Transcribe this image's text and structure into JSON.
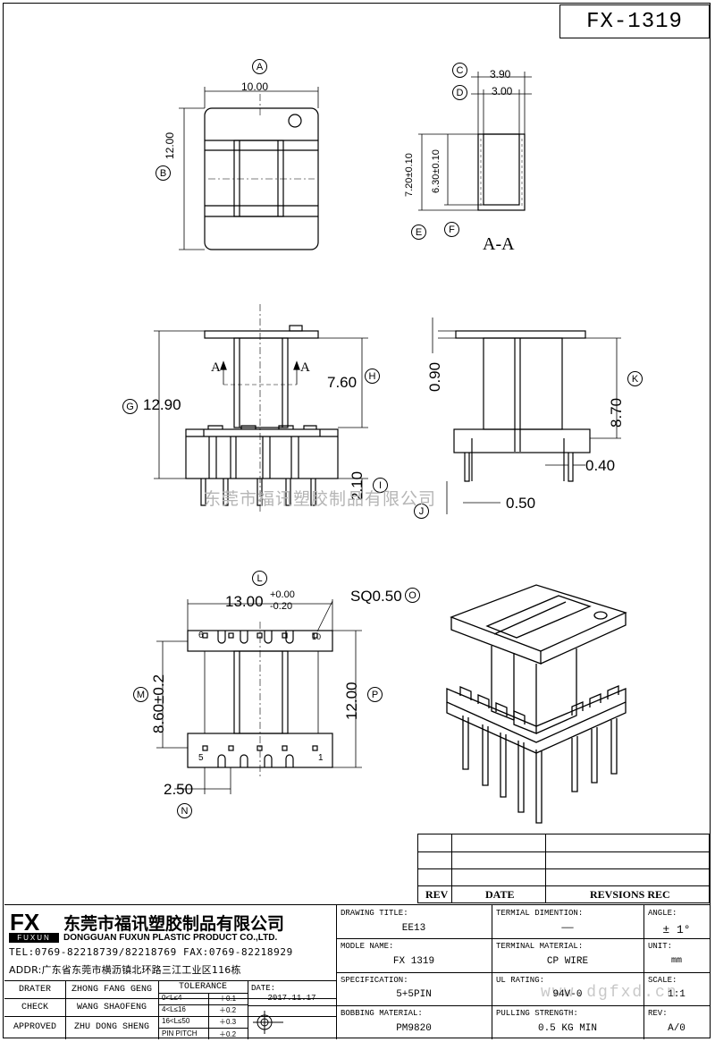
{
  "drawing_number": "FX-1319",
  "watermark_text": "东莞市福讯塑胶制品有限公司",
  "watermark_url": "www.dgfxd.cn",
  "callouts": {
    "A": "A",
    "B": "B",
    "C": "C",
    "D": "D",
    "E": "E",
    "F": "F",
    "G": "G",
    "H": "H",
    "I": "I",
    "J": "J",
    "K": "K",
    "L": "L",
    "M": "M",
    "N": "N",
    "O": "O",
    "P": "P"
  },
  "dimensions": {
    "A": "10.00",
    "B": "12.00",
    "C": "3.90",
    "D": "3.00",
    "E": "7.20±0.10",
    "F": "6.30±0.10",
    "section_label": "A-A",
    "section_mark": "A",
    "G": "12.90",
    "H": "7.60",
    "I": "2.10",
    "J": "0.90",
    "K": "8.70",
    "pin_w": "0.40",
    "pin_gap": "0.50",
    "L_main": "13.00",
    "L_tol_upper": "+0.00",
    "L_tol_lower": "-0.20",
    "O": "SQ0.50",
    "M": "8.60±0.2",
    "P": "12.00",
    "N": "2.50",
    "pin_6": "6",
    "pin_10": "10",
    "pin_5": "5",
    "pin_1": "1"
  },
  "company": {
    "logo": "FX",
    "logo_sub": "FUXUN",
    "name_cn": "东莞市福讯塑胶制品有限公司",
    "name_en": "DONGGUAN FUXUN PLASTIC PRODUCT CO.,LTD.",
    "tel": "TEL:0769-82218739/82218769 FAX:0769-82218929",
    "addr": "ADDR:广东省东莞市横沥镇北环路三江工业区116栋"
  },
  "revision": {
    "rev": "REV",
    "date": "DATE",
    "revisions": "REVSIONS REC"
  },
  "signoff": [
    {
      "role": "DRATER",
      "name": "ZHONG FANG GENG"
    },
    {
      "role": "CHECK",
      "name": "WANG SHAOFENG"
    },
    {
      "role": "APPROVED",
      "name": "ZHU DONG SHENG"
    }
  ],
  "tolerance": {
    "title": "TOLERANCE",
    "rows": [
      {
        "range": "0<L≤4",
        "tol": "＋0.1"
      },
      {
        "range": "4<L≤16",
        "tol": "＋0.2"
      },
      {
        "range": "16<L≤50",
        "tol": "＋0.3"
      },
      {
        "range": "PIN PITCH",
        "tol": "＋0.2"
      }
    ]
  },
  "date": {
    "label": "DATE:",
    "value": "2017.11.17"
  },
  "fields": {
    "drawing_title_label": "DRAWING TITLE:",
    "drawing_title": "EE13",
    "terminal_dim_label": "TERMIAL DIMENTION:",
    "terminal_dim": "——",
    "angle_label": "ANGLE:",
    "angle": "± 1°",
    "model_label": "MODLE NAME:",
    "model": "FX 1319",
    "terminal_mat_label": "TERMINAL MATERIAL:",
    "terminal_mat": "CP WIRE",
    "unit_label": "UNIT:",
    "unit": "mm",
    "spec_label": "SPECIFICATION:",
    "spec": "5+5PIN",
    "ul_label": "UL RATING:",
    "ul": "94V-0",
    "scale_label": "SCALE:",
    "scale": "1:1",
    "bobbin_label": "BOBBING MATERIAL:",
    "bobbin": "PM9820",
    "pull_label": "PULLING STRENGTH:",
    "pull": "0.5 KG MIN",
    "rev_label": "REV:",
    "rev": "A/0"
  }
}
